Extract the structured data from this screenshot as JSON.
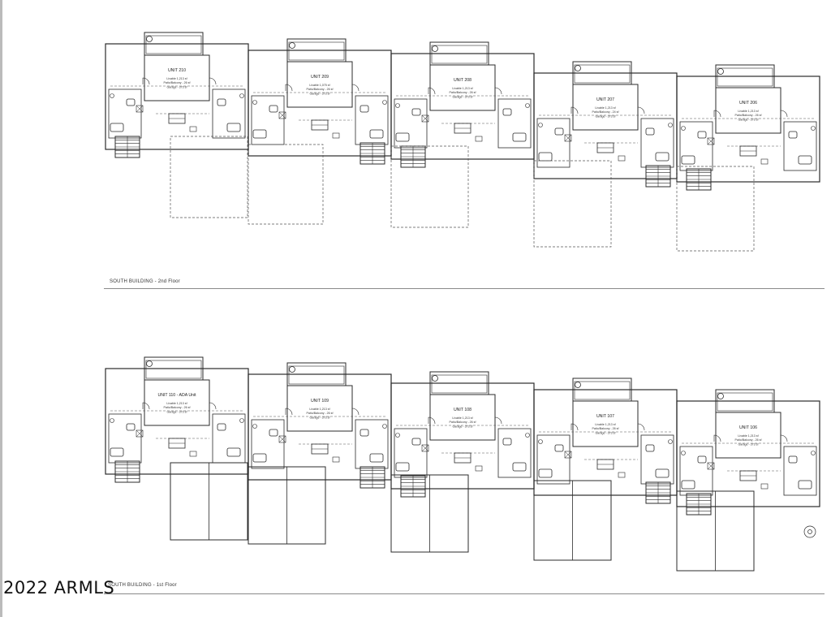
{
  "sheet": {
    "floors": [
      {
        "id": "second",
        "label": "SOUTH BUILDING - 2nd Floor",
        "units": [
          {
            "name": "UNIT 210",
            "notes": [
              "Livable 1,213 sf",
              "Patio/Balcony - 26 sf",
              "Garage - 373 sf"
            ]
          },
          {
            "name": "UNIT 209",
            "notes": [
              "Livable 1,075 sf",
              "Patio/Balcony - 26 sf",
              "Garage - 373 sf"
            ]
          },
          {
            "name": "UNIT 208",
            "notes": [
              "Livable 1,213 sf",
              "Patio/Balcony - 26 sf",
              "Garage - 373 sf"
            ]
          },
          {
            "name": "UNIT 207",
            "notes": [
              "Livable 1,213 sf",
              "Patio/Balcony - 24 sf",
              "Garage - 373 sf"
            ]
          },
          {
            "name": "UNIT 206",
            "notes": [
              "Livable 1,213 sf",
              "Patio/Balcony - 26 sf",
              "Garage - 373 sf"
            ]
          }
        ]
      },
      {
        "id": "first",
        "label": "SOUTH BUILDING - 1st Floor",
        "units": [
          {
            "name": "UNIT 110 - ADA Unit",
            "notes": [
              "Livable 1,213 sf",
              "Patio/Balcony - 26 sf",
              "Garage - 373 sf"
            ]
          },
          {
            "name": "UNIT 109",
            "notes": [
              "Livable 1,213 sf",
              "Patio/Balcony - 26 sf",
              "Garage - 373 sf"
            ]
          },
          {
            "name": "UNIT 108",
            "notes": [
              "Livable 1,213 sf",
              "Patio/Balcony - 26 sf",
              "Garage - 373 sf"
            ]
          },
          {
            "name": "UNIT 107",
            "notes": [
              "Livable 1,213 sf",
              "Patio/Balcony - 26 sf",
              "Garage - 373 sf"
            ]
          },
          {
            "name": "UNIT 106",
            "notes": [
              "Livable 1,213 sf",
              "Patio/Balcony - 26 sf",
              "Garage - 373 sf"
            ]
          }
        ]
      }
    ],
    "watermark": "2022 ARMLS"
  },
  "colors": {
    "line": "#2b2b2b",
    "dash": "#555555",
    "rule": "#8a8a8a"
  }
}
